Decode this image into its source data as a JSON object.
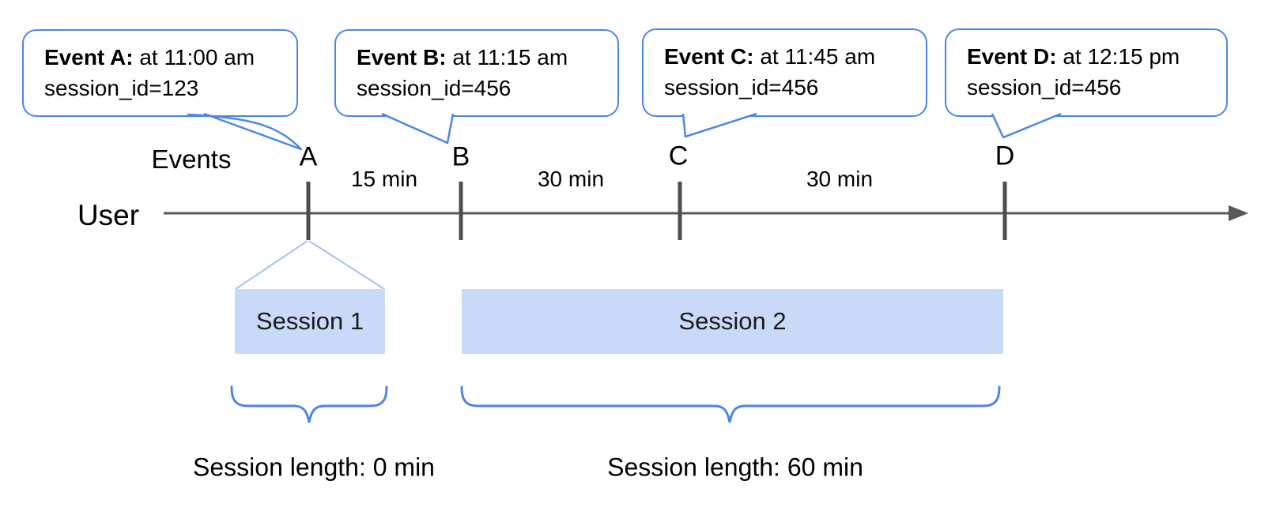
{
  "colors": {
    "bubble_border_blue": "#4a86e8",
    "session_bar_fill": "#c9daf8",
    "funnel_line_blue": "#a4c2f4",
    "timeline_gray": "#58585a",
    "tick_gray": "#4d4d4d",
    "text_black": "#000000"
  },
  "bubbles": [
    {
      "event": "Event A:",
      "time": " at 11:00 am",
      "session_id": "session_id=123"
    },
    {
      "event": "Event B:",
      "time": " at 11:15 am",
      "session_id": "session_id=456"
    },
    {
      "event": "Event C:",
      "time": " at 11:45 am",
      "session_id": "session_id=456"
    },
    {
      "event": "Event D:",
      "time": " at 12:15 pm",
      "session_id": "session_id=456"
    }
  ],
  "timeline": {
    "events_label": "Events",
    "user_label": "User",
    "markers": [
      "A",
      "B",
      "C",
      "D"
    ],
    "intervals": [
      "15 min",
      "30 min",
      "30 min"
    ]
  },
  "sessions": [
    {
      "label": "Session 1",
      "length": "Session length: 0 min"
    },
    {
      "label": "Session 2",
      "length": "Session length: 60 min"
    }
  ]
}
